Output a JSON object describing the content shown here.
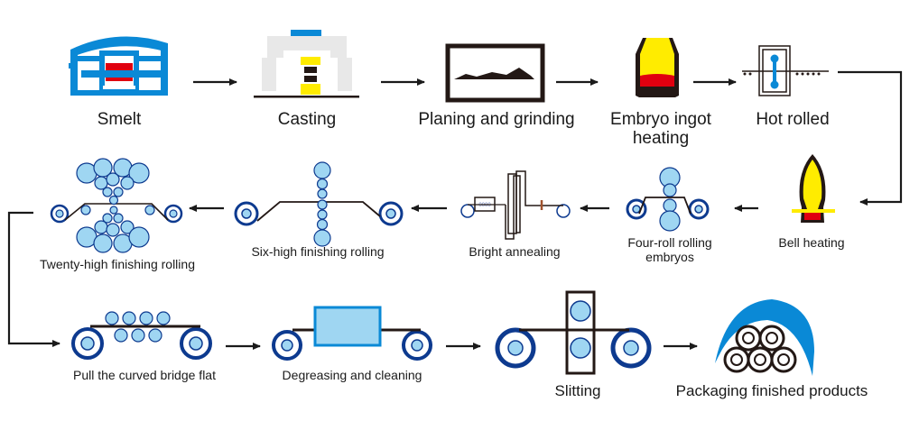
{
  "diagram": {
    "title": "",
    "colors": {
      "blue": "#0a89d6",
      "light_blue": "#9fd6f2",
      "navy": "#0d3a8f",
      "red": "#e0000f",
      "yellow": "#ffec00",
      "black": "#1a1a1a",
      "grey": "#e8e8e8"
    },
    "steps": [
      {
        "id": "smelt",
        "label": "Smelt",
        "icon": "furnace-icon"
      },
      {
        "id": "casting",
        "label": "Casting",
        "icon": "casting-machine-icon"
      },
      {
        "id": "planing",
        "label": "Planing and grinding",
        "icon": "grinding-surface-icon"
      },
      {
        "id": "ingot-heating",
        "label": "Embryo ingot heating",
        "icon": "heating-crucible-icon"
      },
      {
        "id": "hot-rolled",
        "label": "Hot rolled",
        "icon": "hot-rolling-mill-icon"
      },
      {
        "id": "bell-heating",
        "label": "Bell heating",
        "icon": "bell-furnace-icon"
      },
      {
        "id": "four-roll",
        "label": "Four-roll rolling embryos",
        "icon": "four-roll-mill-icon"
      },
      {
        "id": "annealing",
        "label": "Bright annealing",
        "icon": "annealing-line-icon"
      },
      {
        "id": "six-high",
        "label": "Six-high finishing rolling",
        "icon": "six-high-mill-icon"
      },
      {
        "id": "twenty-high",
        "label": "Twenty-high finishing rolling",
        "icon": "twenty-high-mill-icon"
      },
      {
        "id": "pull-flat",
        "label": "Pull the curved bridge flat",
        "icon": "leveler-icon"
      },
      {
        "id": "degreasing",
        "label": "Degreasing and cleaning",
        "icon": "cleaning-tank-icon"
      },
      {
        "id": "slitting",
        "label": "Slitting",
        "icon": "slitter-icon"
      },
      {
        "id": "packaging",
        "label": "Packaging finished products",
        "icon": "coil-package-icon"
      }
    ],
    "ingot_label_lines": [
      "Embryo ingot",
      "heating"
    ],
    "four_roll_label_lines": [
      "Four-roll rolling",
      "embryos"
    ]
  }
}
